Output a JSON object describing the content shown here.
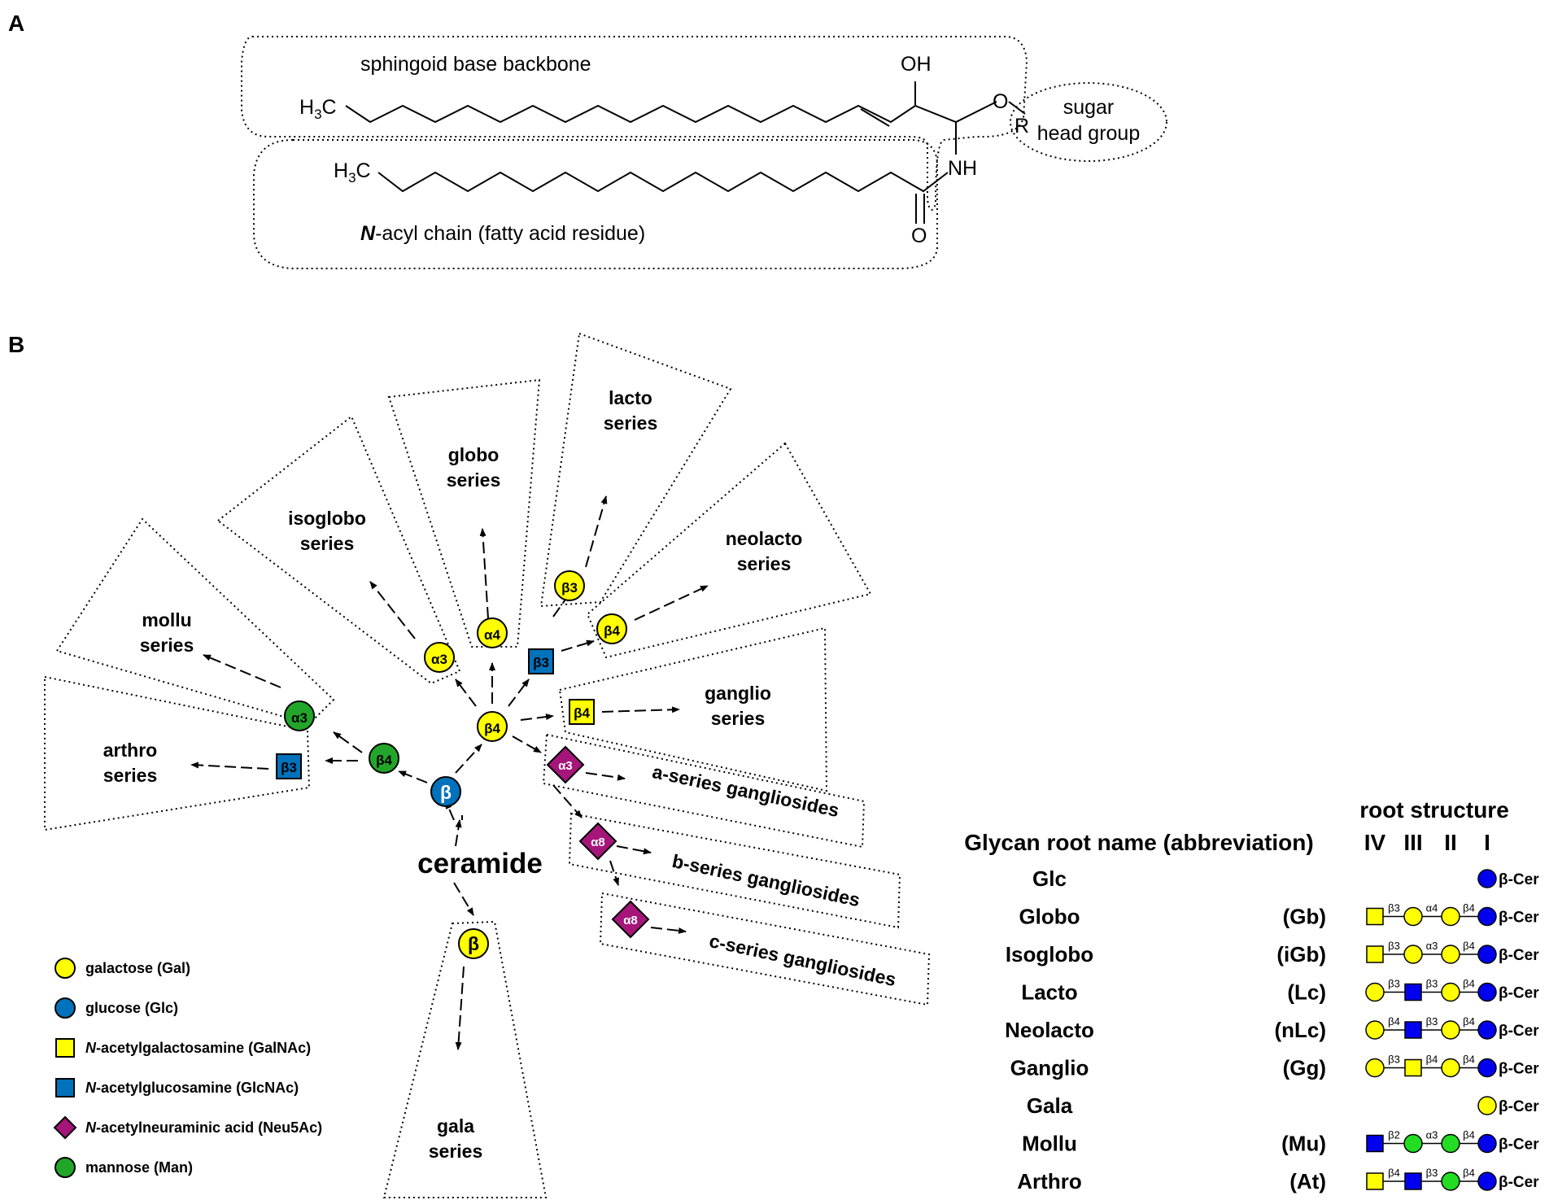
{
  "panel_a": {
    "letter": "A",
    "sphingoid_label": "sphingoid base backbone",
    "acyl_label_italic": "N",
    "acyl_label_rest": "-acyl chain (fatty acid residue)",
    "sugar_label_line1": "sugar",
    "sugar_label_line2": "head group",
    "atoms": {
      "h3c_main": "H",
      "h3c_sub": "3",
      "h3c_c": "C",
      "oh": "OH",
      "o_ether": "O",
      "r": "R",
      "nh": "NH",
      "o_carbonyl": "O"
    }
  },
  "panel_b": {
    "letter": "B",
    "ceramide": "ceramide",
    "series": {
      "lacto": [
        "lacto",
        "series"
      ],
      "globo": [
        "globo",
        "series"
      ],
      "isoglobo": [
        "isoglobo",
        "series"
      ],
      "neolacto": [
        "neolacto",
        "series"
      ],
      "mollu": [
        "mollu",
        "series"
      ],
      "ganglio": [
        "ganglio",
        "series"
      ],
      "arthro": [
        "arthro",
        "series"
      ],
      "gala": [
        "gala",
        "series"
      ],
      "a_series": "a-series gangliosides",
      "b_series": "b-series gangliosides",
      "c_series": "c-series gangliosides"
    },
    "linkages": {
      "glc": "β",
      "gal_lac": "β4",
      "gala_gal": "β",
      "man1": "β4",
      "man2": "α3",
      "glcnac_arthro": "β3",
      "gal_iso": "α3",
      "gal_globo": "α4",
      "glcnac_lacto": "β3",
      "gal_lacto": "β3",
      "gal_neolacto": "β4",
      "galnac_ganglio": "β4",
      "neu_a": "α3",
      "neu_b": "α8",
      "neu_c": "α8"
    }
  },
  "legend": [
    {
      "shape": "circle",
      "color": "#ffff00",
      "text": "galactose (Gal)"
    },
    {
      "shape": "circle",
      "color": "#0072bc",
      "text": "glucose (Glc)"
    },
    {
      "shape": "square",
      "color": "#ffff00",
      "italic": "N",
      "text": "-acetylgalactosamine (GalNAc)"
    },
    {
      "shape": "square",
      "color": "#0072bc",
      "italic": "N",
      "text": "-acetylglucosamine (GlcNAc)"
    },
    {
      "shape": "diamond",
      "color": "#a5157a",
      "italic": "N",
      "text": "-acetylneuraminic acid (Neu5Ac)"
    },
    {
      "shape": "circle",
      "color": "#22a62a",
      "text": "mannose (Man)"
    }
  ],
  "root_table": {
    "header_top": "root structure",
    "header_name": "Glycan root name (abbreviation)",
    "roman": [
      "IV",
      "III",
      "II",
      "I"
    ],
    "cer": "β-Cer",
    "rows": [
      {
        "name": "Glc",
        "abbr": "",
        "units": [
          "",
          "",
          "",
          "glc"
        ],
        "links": [
          "",
          "",
          ""
        ]
      },
      {
        "name": "Globo",
        "abbr": "(Gb)",
        "units": [
          "galnac",
          "gal",
          "gal",
          "glc"
        ],
        "links": [
          "β3",
          "α4",
          "β4"
        ]
      },
      {
        "name": "Isoglobo",
        "abbr": "(iGb)",
        "units": [
          "galnac",
          "gal",
          "gal",
          "glc"
        ],
        "links": [
          "β3",
          "α3",
          "β4"
        ]
      },
      {
        "name": "Lacto",
        "abbr": "(Lc)",
        "units": [
          "gal",
          "glcnac",
          "gal",
          "glc"
        ],
        "links": [
          "β3",
          "β3",
          "β4"
        ]
      },
      {
        "name": "Neolacto",
        "abbr": "(nLc)",
        "units": [
          "gal",
          "glcnac",
          "gal",
          "glc"
        ],
        "links": [
          "β4",
          "β3",
          "β4"
        ]
      },
      {
        "name": "Ganglio",
        "abbr": "(Gg)",
        "units": [
          "gal",
          "galnac",
          "gal",
          "glc"
        ],
        "links": [
          "β3",
          "β4",
          "β4"
        ]
      },
      {
        "name": "Gala",
        "abbr": "",
        "units": [
          "",
          "",
          "",
          "gal"
        ],
        "links": [
          "",
          "",
          ""
        ]
      },
      {
        "name": "Mollu",
        "abbr": "(Mu)",
        "units": [
          "glcnac",
          "man",
          "man",
          "glc"
        ],
        "links": [
          "β2",
          "α3",
          "β4"
        ]
      },
      {
        "name": "Arthro",
        "abbr": "(At)",
        "units": [
          "galnac",
          "glcnac",
          "man",
          "glc"
        ],
        "links": [
          "β4",
          "β3",
          "β4"
        ]
      }
    ]
  },
  "colors": {
    "gal": "#ffff00",
    "glc_diagram": "#0072bc",
    "glc_table": "#0000ee",
    "glcnac_diagram": "#0072bc",
    "glcnac_table": "#0000ee",
    "man_diagram": "#22a62a",
    "man_table": "#22dd22",
    "galnac": "#ffff00",
    "neu5ac": "#a5157a"
  }
}
